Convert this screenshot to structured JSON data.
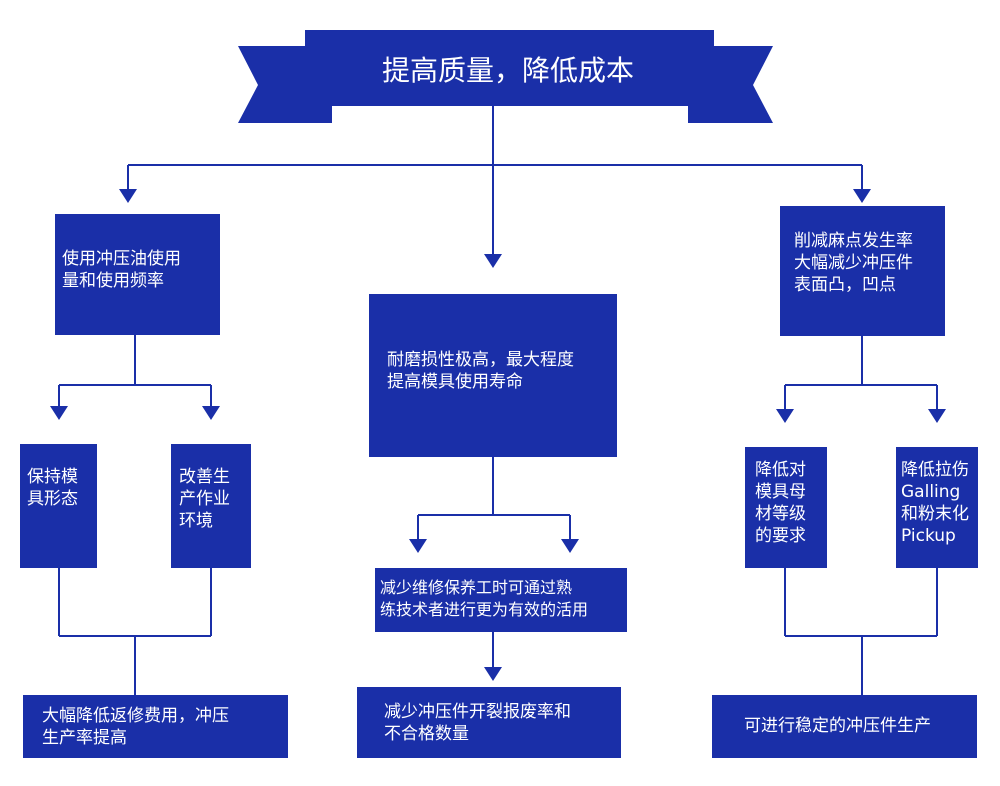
{
  "title": "提高质量，降低成本",
  "colors": {
    "box": "#1a2fa8",
    "line": "#1a2fa8",
    "text": "#ffffff"
  },
  "left": {
    "top": "使用冲压油使用\n量和使用频率",
    "child_a": "保持模\n具形态",
    "child_b": "改善生\n产作业\n环境",
    "result": "大幅降低返修费用，冲压\n生产率提高"
  },
  "center": {
    "top": "耐磨损性极高，最大程度\n提高模具使用寿命",
    "middle": "减少维修保养工时可通过熟\n练技术者进行更为有效的活用",
    "result": "减少冲压件开裂报废率和\n不合格数量"
  },
  "right": {
    "top": "削减麻点发生率\n大幅减少冲压件\n表面凸，凹点",
    "child_a": "降低对\n模具母\n材等级\n的要求",
    "child_b": "降低拉伤\nGalling\n和粉末化\nPickup",
    "result": "可进行稳定的冲压件生产"
  }
}
